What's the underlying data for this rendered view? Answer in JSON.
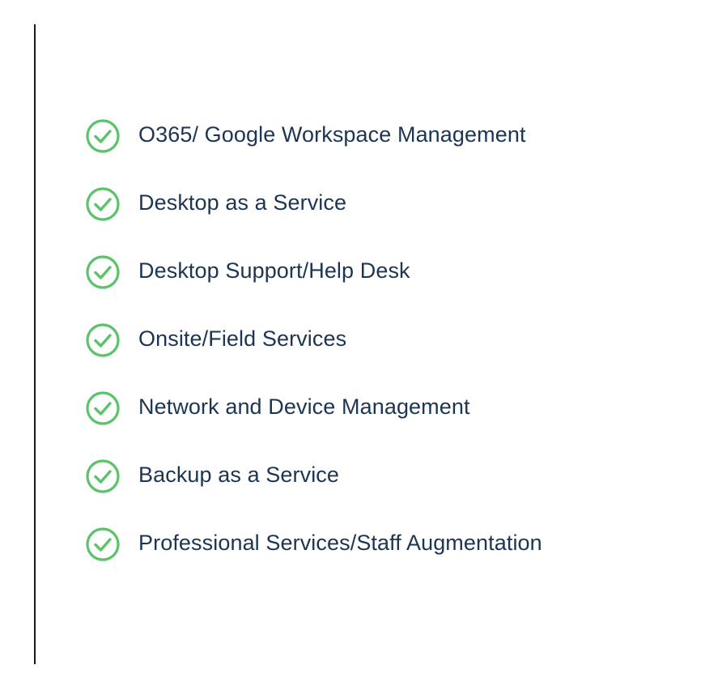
{
  "colors": {
    "check": "#5cc36a",
    "text": "#1c3552",
    "divider": "#1a1a1a"
  },
  "services": {
    "items": [
      {
        "label": "O365/ Google Workspace Management",
        "icon": "check-circle-icon"
      },
      {
        "label": "Desktop as a Service",
        "icon": "check-circle-icon"
      },
      {
        "label": "Desktop Support/Help Desk",
        "icon": "check-circle-icon"
      },
      {
        "label": "Onsite/Field Services",
        "icon": "check-circle-icon"
      },
      {
        "label": "Network and Device Management",
        "icon": "check-circle-icon"
      },
      {
        "label": "Backup as a Service",
        "icon": "check-circle-icon"
      },
      {
        "label": "Professional Services/Staff Augmentation",
        "icon": "check-circle-icon"
      }
    ]
  }
}
